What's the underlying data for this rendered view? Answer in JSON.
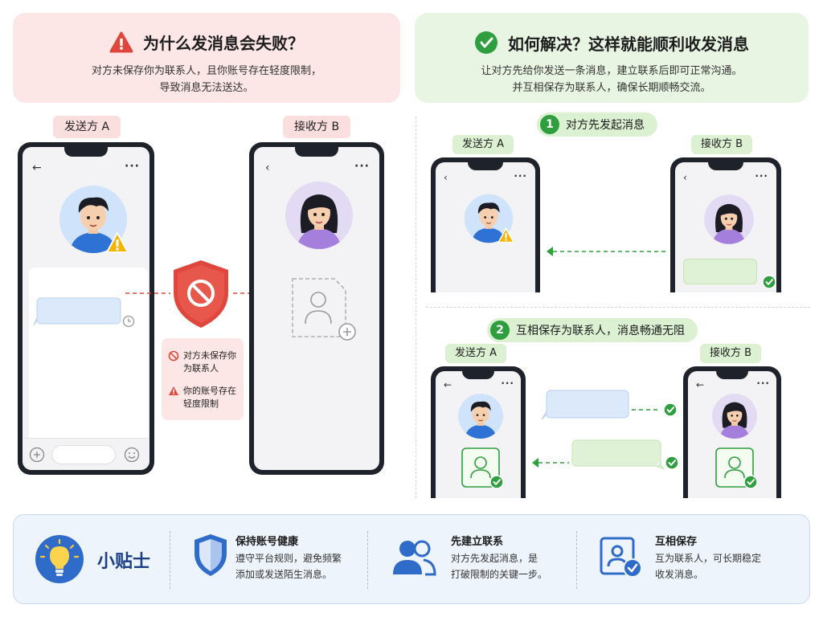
{
  "left_header": {
    "icon": "warning-triangle-icon",
    "title": "为什么发消息会失败？",
    "line1": "对方未保存你为联系人，且你账号存在轻度限制，",
    "line2": "导致消息无法送达。"
  },
  "right_header": {
    "icon": "check-circle-icon",
    "title": "如何解决？这样就能顺利收发消息",
    "line1": "让对方先给你发送一条消息，建立联系后即可正常沟通。",
    "line2": "并互相保存为联系人，确保长期顺畅交流。"
  },
  "left_diagram": {
    "sender_label": "发送方 A",
    "receiver_label": "接收方 B",
    "reason1": "对方未保存你为联系人",
    "reason2": "你的账号存在轻度限制"
  },
  "step1": {
    "number": "1",
    "label": "对方先发起消息",
    "sender_label": "发送方 A",
    "receiver_label": "接收方 B"
  },
  "step2": {
    "number": "2",
    "label": "互相保存为联系人，消息畅通无阻",
    "sender_label": "发送方 A",
    "receiver_label": "接收方 B"
  },
  "tips": {
    "title": "小贴士",
    "items": [
      {
        "icon": "shield-icon",
        "title": "保持账号健康",
        "line1": "遵守平台规则，避免频繁",
        "line2": "添加或发送陌生消息。"
      },
      {
        "icon": "users-icon",
        "title": "先建立联系",
        "line1": "对方先发起消息，是",
        "line2": "打破限制的关键一步。"
      },
      {
        "icon": "contact-check-icon",
        "title": "互相保存",
        "line1": "互为联系人，可长期稳定",
        "line2": "收发消息。"
      }
    ]
  },
  "colors": {
    "danger": "#e0473c",
    "success": "#2e9e3e",
    "tip_blue": "#2f6bc9",
    "bubble_blue": "#dce9fb",
    "bubble_green": "#dff2d6"
  }
}
